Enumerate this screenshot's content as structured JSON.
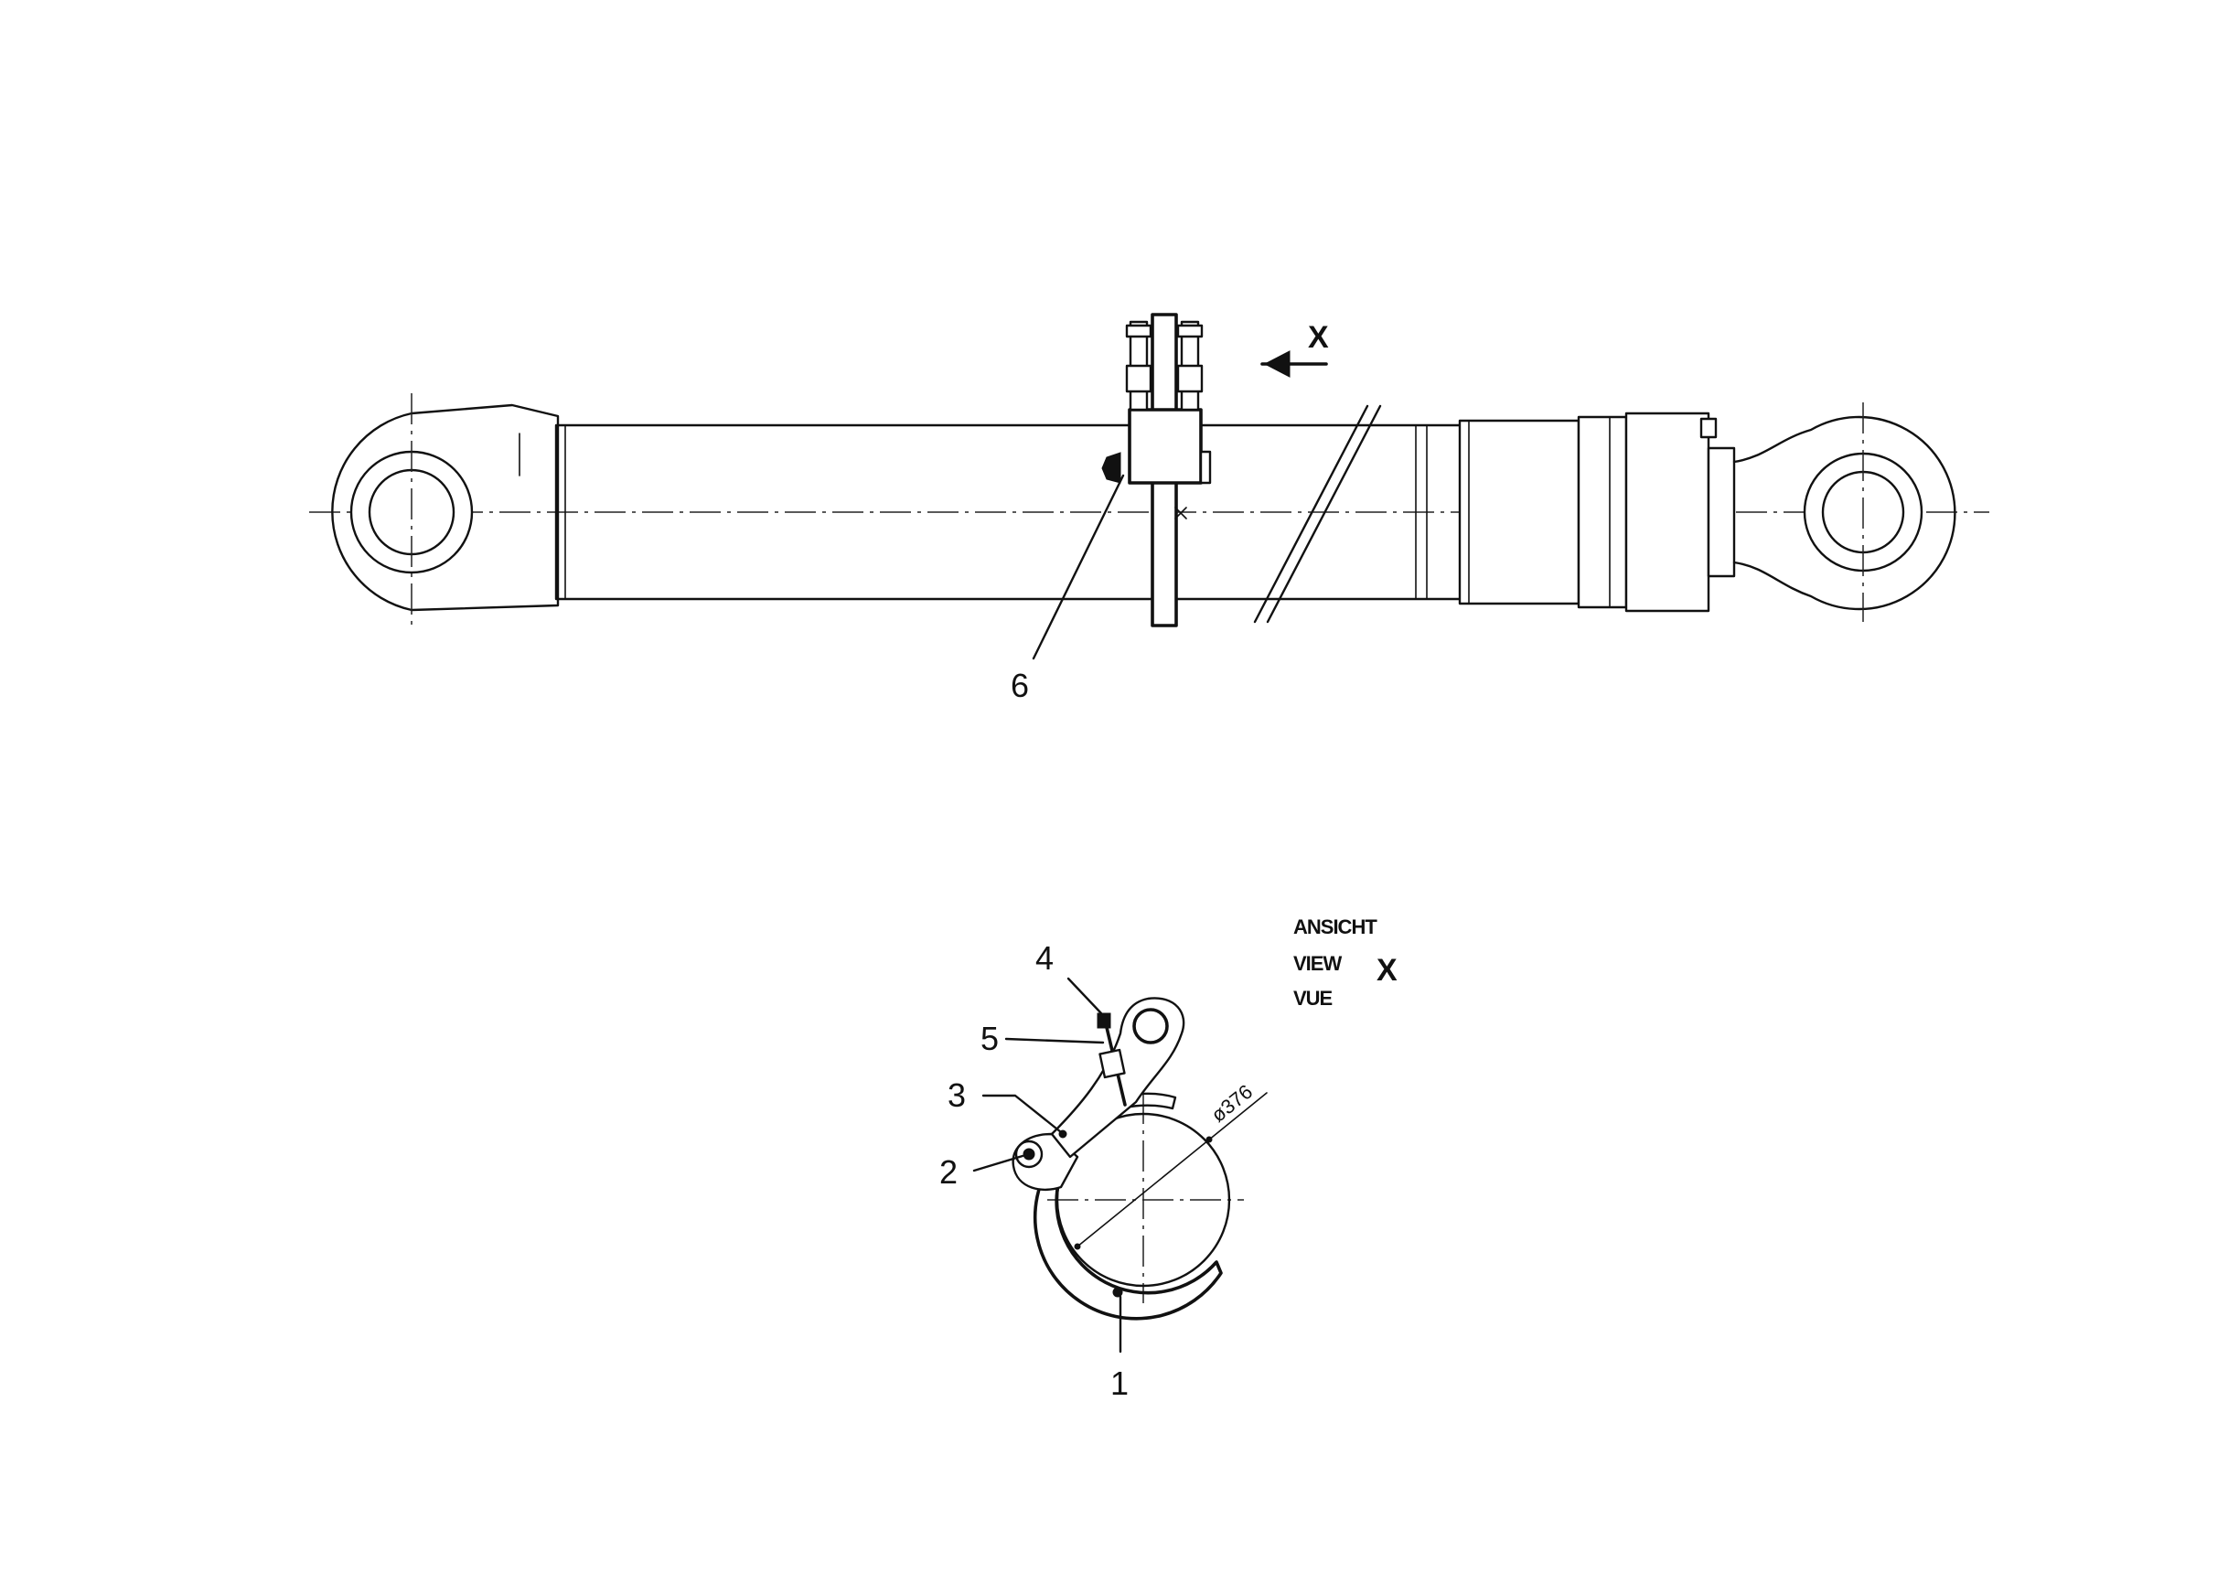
{
  "view_label": {
    "line1": "ANSICHT",
    "line2": "VIEW",
    "line3": "VUE",
    "mark": "X"
  },
  "view_arrow_mark": "X",
  "dimension": "ø376",
  "callouts": [
    "1",
    "2",
    "3",
    "4",
    "5",
    "6"
  ]
}
